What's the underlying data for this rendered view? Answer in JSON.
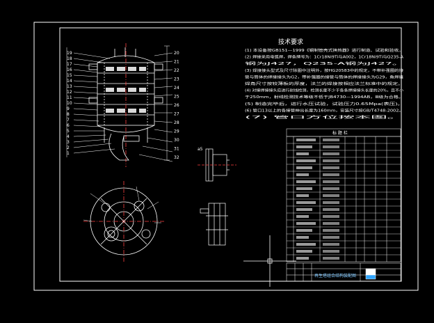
{
  "drawing": {
    "tech_req_title": "技术要求",
    "tech_req_lines": [
      "(1) 本设备按GB151—1999《钢制管壳式换热器》进行制造、试验和验收。",
      "(2) 焊接采用电弧焊，焊条牌号为：1Cr18Ni9Ti与A002，1Cr18Ni9Ti与Q235-A",
      "    钢为J427，Q235-A钢为J427。",
      "(3) 焊接接头型式及尺寸除图中注明外，按HG20583中的规定，不带补强圈的接",
      "    管与筒体的焊接接头为G2，带补强圈的接管与筒体的焊接接头为G29，角焊缝",
      "    焊角尺寸按较薄板的厚度，法兰的焊接按相应法兰标准中的规定。",
      "(4) 对接焊接接头应进行射线检测，检测长度不少于各条焊接接头长度的20%，且不小",
      "    于250mm，射线检测技术等级不低于JB4730—1994AB，Ⅲ级为合格。",
      "(5) 制造完毕后，进行水压试验，试验压力0.65Mpa(表压)。",
      "(6) 管口13以上的各接管伸出长度为160mm，安装尺寸按GB/T4748-2002。",
      "(7) 管口方位按本图。"
    ],
    "parts_table_title": "标 题 栏",
    "title_block_name": "再生塔组合结构装配图",
    "callouts_left": [
      "19",
      "18",
      "17",
      "16",
      "15",
      "14",
      "13",
      "12",
      "11",
      "10",
      "9",
      "8",
      "7",
      "6",
      "5",
      "4",
      "3",
      "2",
      "1"
    ],
    "callouts_right": [
      "20",
      "21",
      "22",
      "23",
      "24",
      "25",
      "26",
      "27",
      "28",
      "29",
      "30",
      "31",
      "32"
    ],
    "detail_label": "a5"
  }
}
